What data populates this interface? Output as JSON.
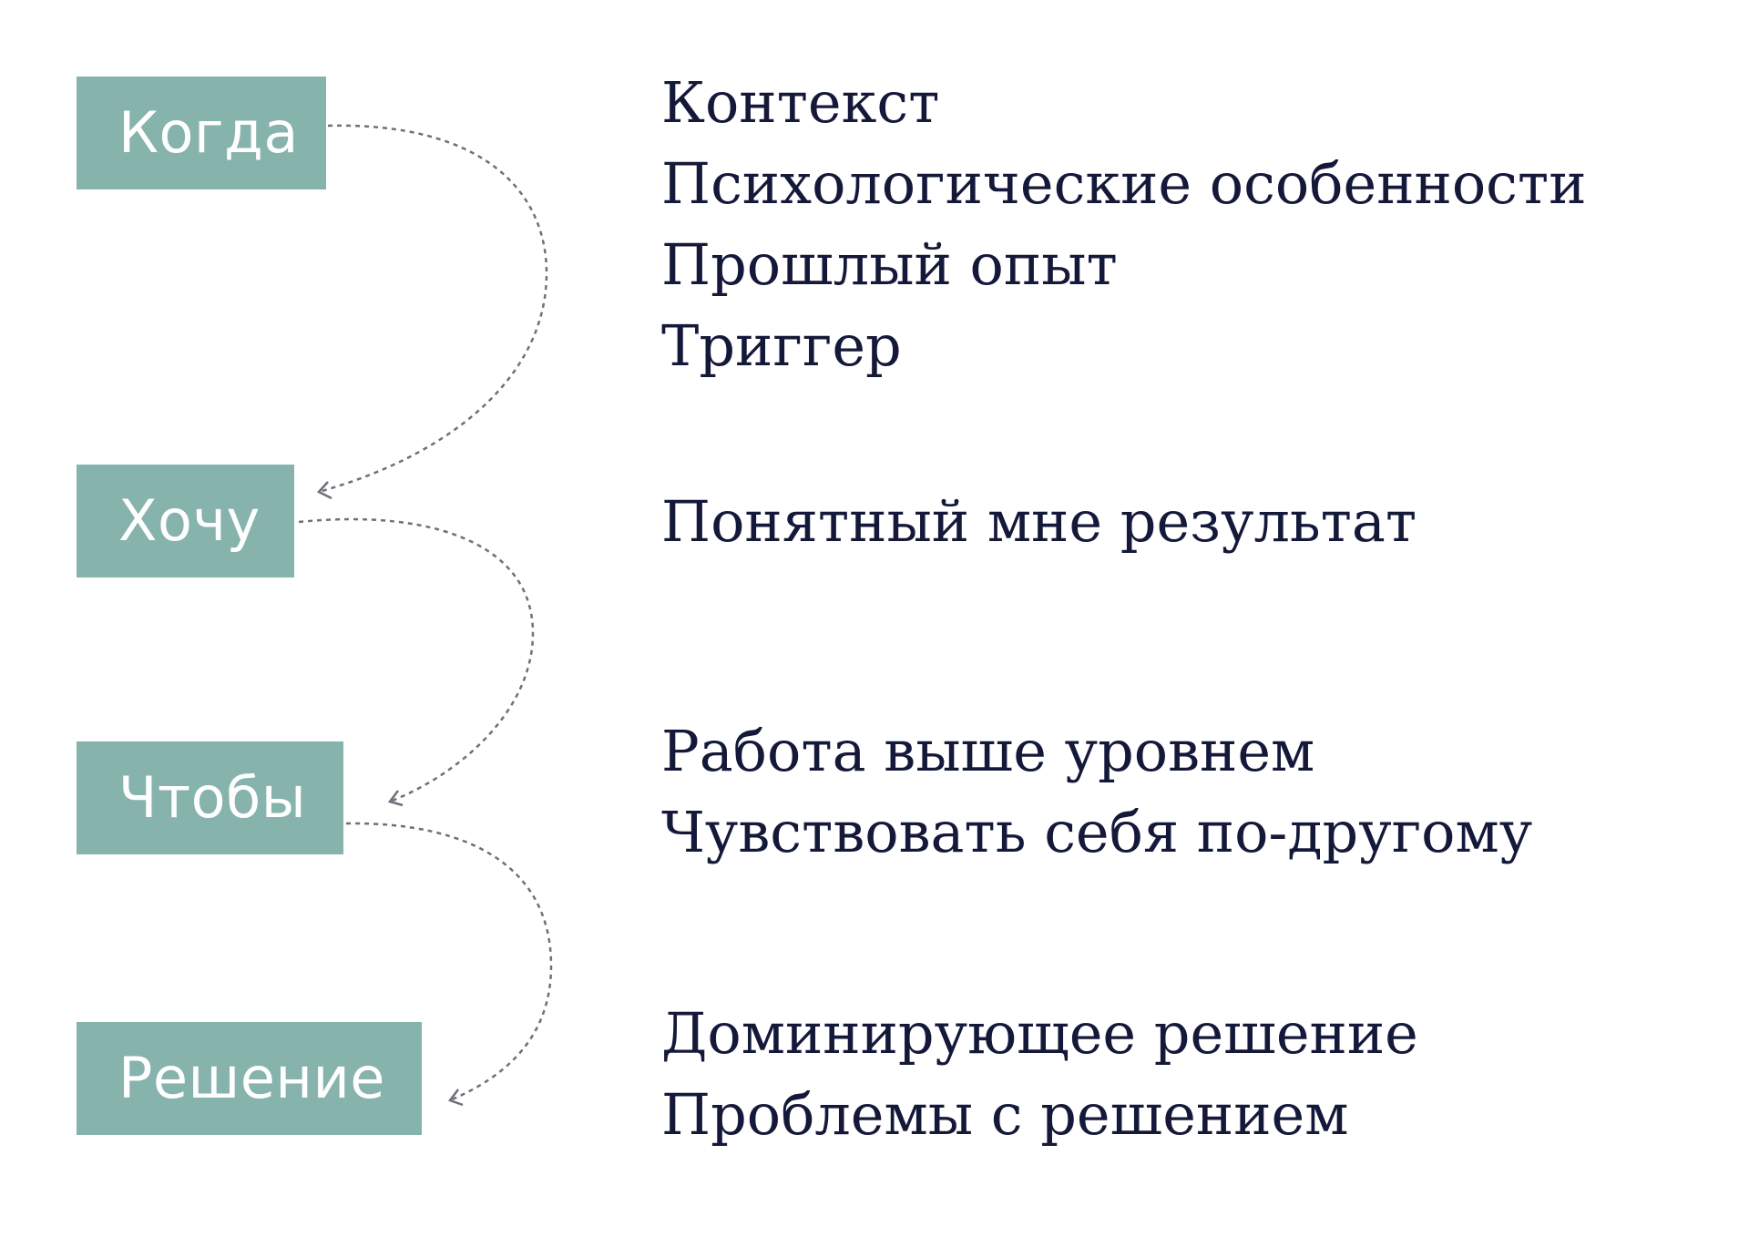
{
  "colors": {
    "box_fill": "#86b3ab",
    "box_text": "#ffffff",
    "item_text": "#14193a",
    "connector": "#6e7079"
  },
  "rows": [
    {
      "label": "Когда",
      "items": [
        "Контекст",
        "Психологические особенности",
        "Прошлый опыт",
        "Триггер"
      ]
    },
    {
      "label": "Хочу",
      "items": [
        "Понятный мне результат"
      ]
    },
    {
      "label": "Чтобы",
      "items": [
        "Работа выше уровнем",
        "Чувствовать себя по-другому"
      ]
    },
    {
      "label": "Решение",
      "items": [
        "Доминирующее решение",
        "Проблемы с решением"
      ]
    }
  ]
}
